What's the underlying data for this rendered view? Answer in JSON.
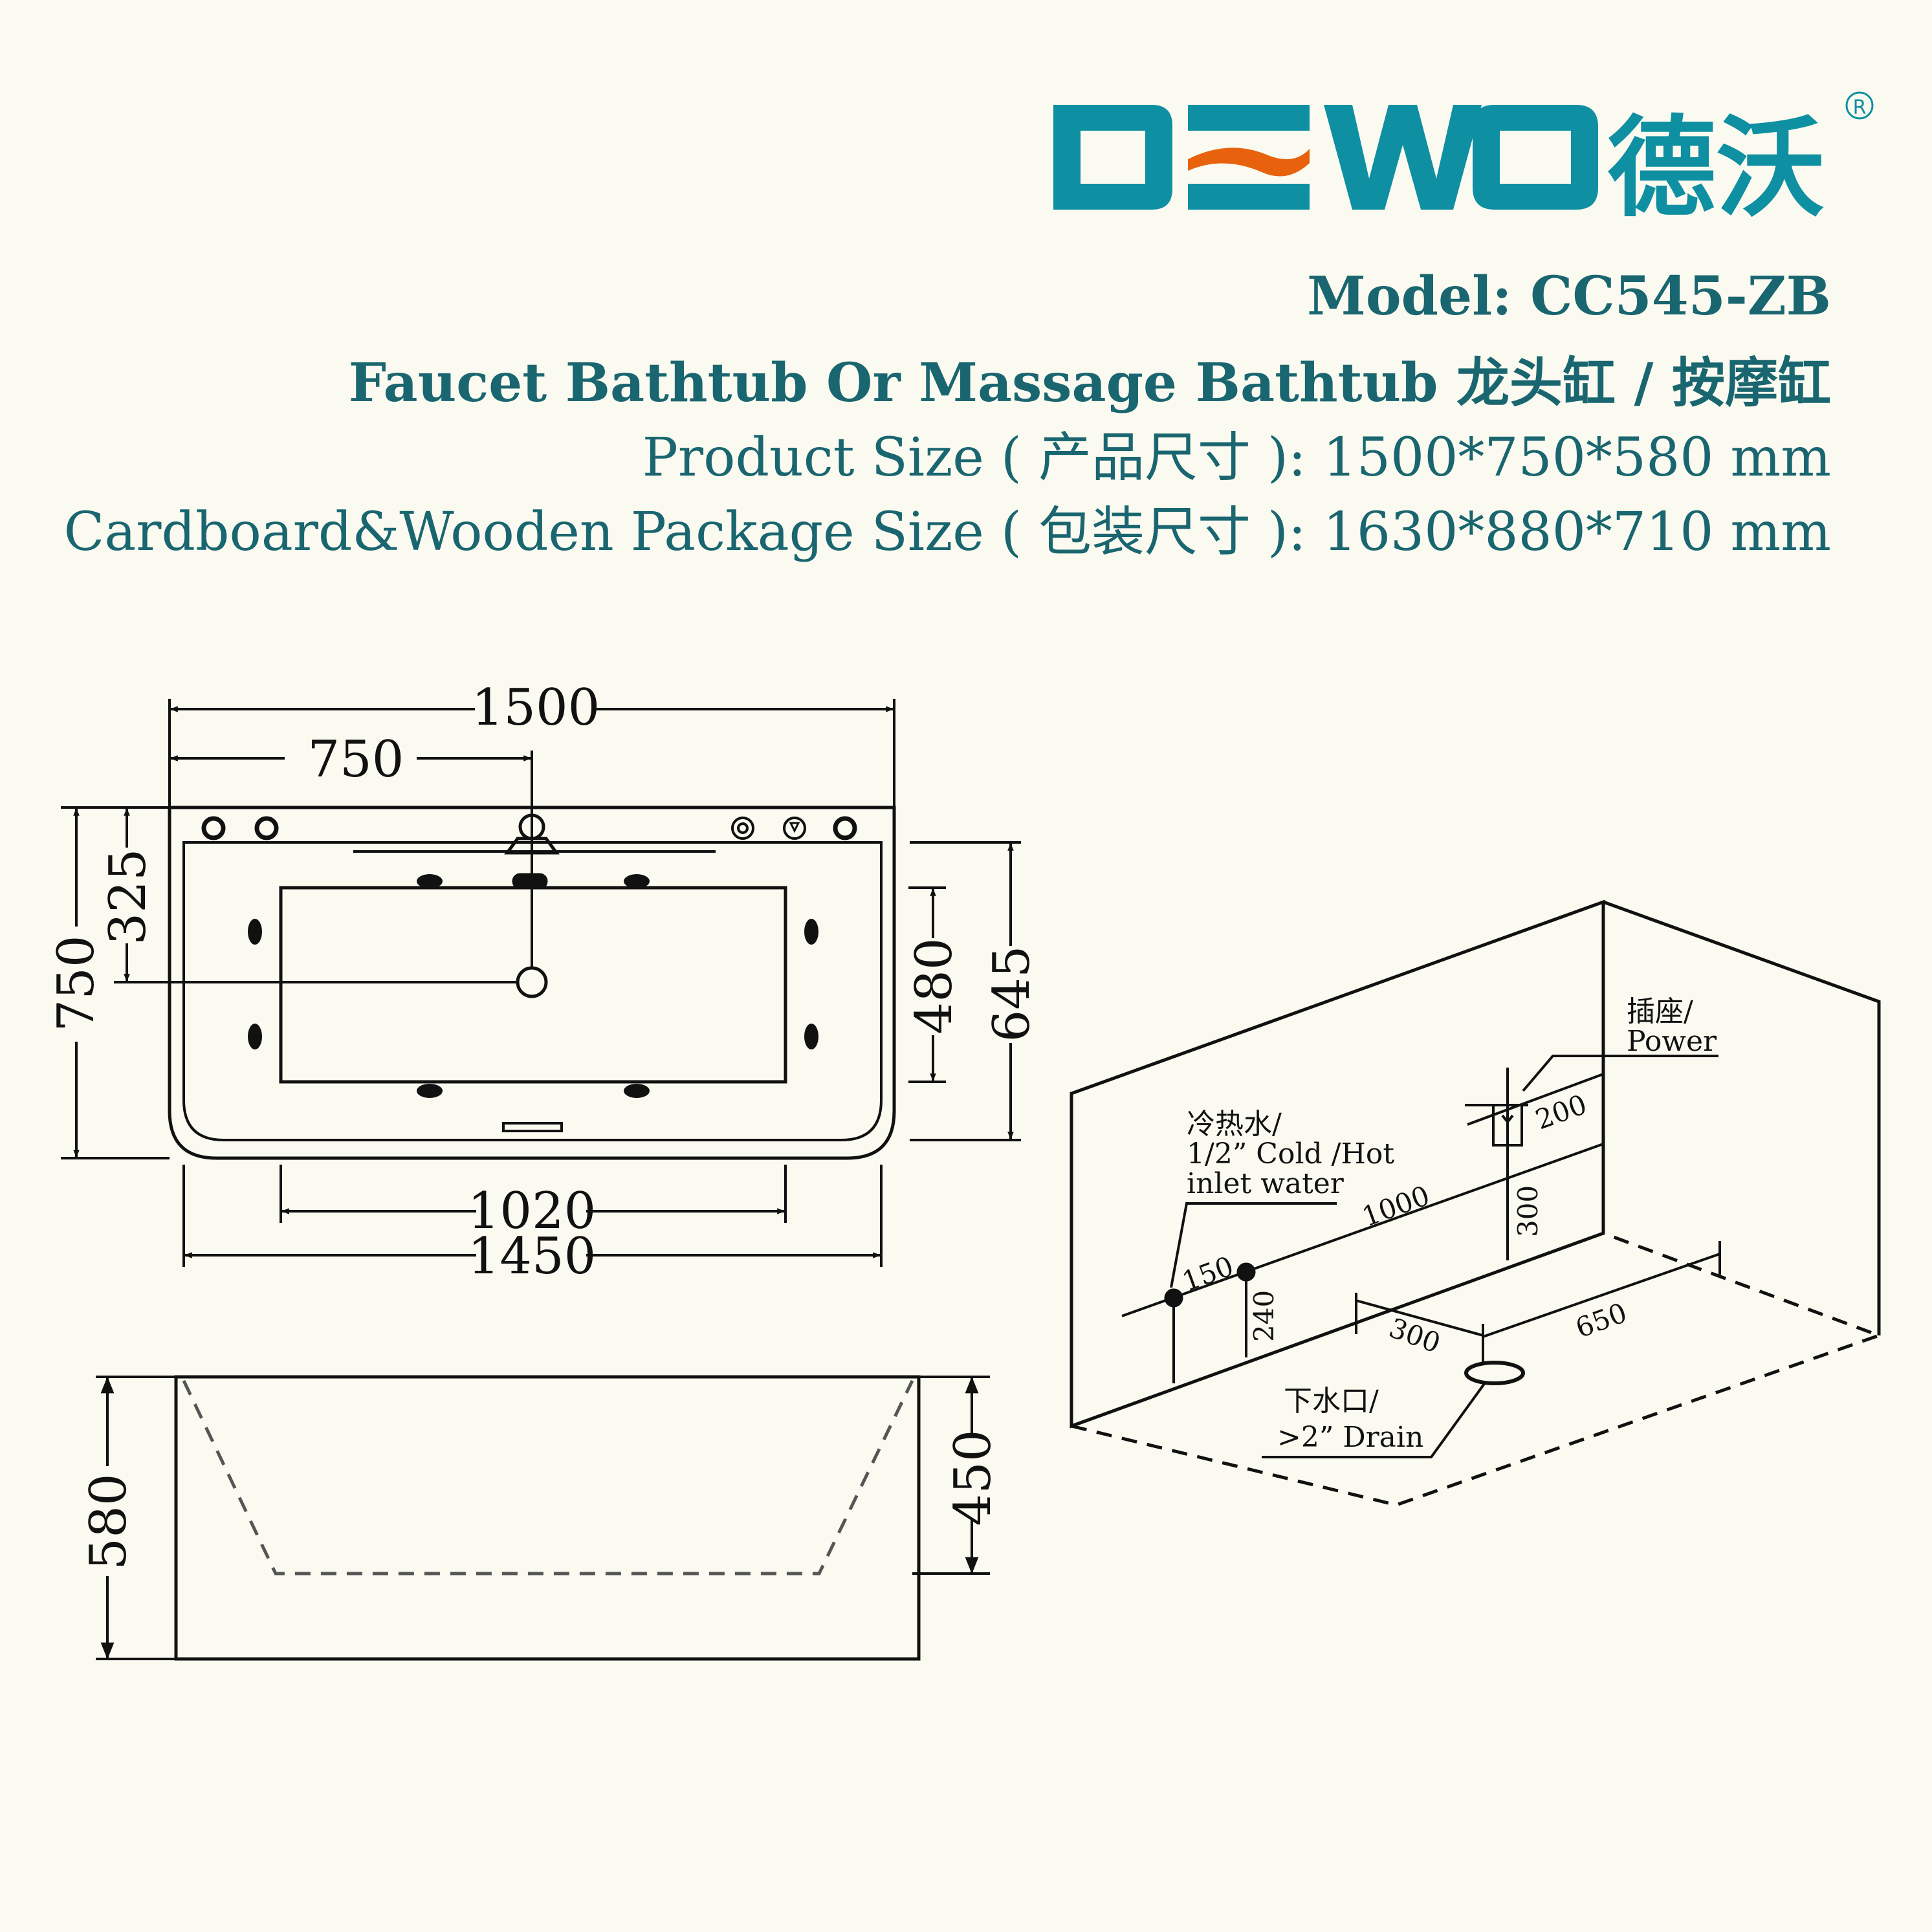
{
  "brand": {
    "logo_text": "DEWO",
    "logo_cn": "德沃",
    "registered_mark": "®",
    "color_teal": "#0f8fa2",
    "color_orange": "#e8620e",
    "color_text": "#1a6670"
  },
  "header": {
    "model": "Model: CC545-ZB",
    "title": "Faucet Bathtub Or Massage Bathtub 龙头缸 / 按摩缸",
    "product_size": "Product Size ( 产品尺寸 ):  1500*750*580 mm",
    "package_size": "Cardboard&Wooden Package Size ( 包装尺寸 ):  1630*880*710 mm"
  },
  "top_view": {
    "overall_length": "1500",
    "faucet_offset": "750",
    "overall_width": "750",
    "drain_offset": "325",
    "inner_width": "480",
    "basin_width": "645",
    "inner_length": "1020",
    "basin_length": "1450"
  },
  "side_view": {
    "overall_height": "580",
    "inner_depth": "450"
  },
  "install_view": {
    "power_label_cn": "插座/",
    "power_label_en": "Power",
    "water_label_cn": "冷热水/",
    "water_label_size": "1/2” Cold /Hot",
    "water_label_en": "inlet water",
    "drain_label_cn": "下水口/",
    "drain_label_en": ">2” Drain",
    "dim_1000": "1000",
    "dim_200": "200",
    "dim_300_vertical": "300",
    "dim_150": "150",
    "dim_240": "240",
    "dim_300_floor": "300",
    "dim_650": "650"
  }
}
